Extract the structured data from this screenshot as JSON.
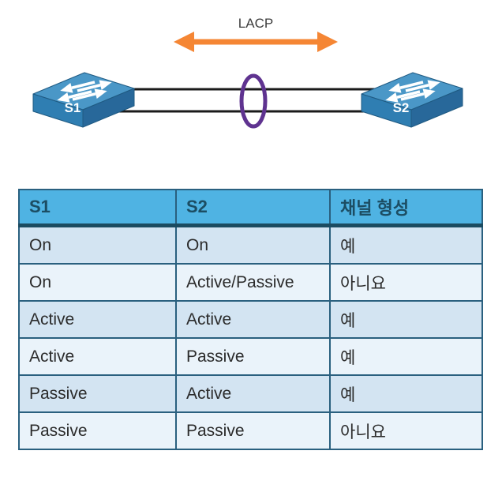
{
  "diagram": {
    "protocol_label": "LACP",
    "switch1_label": "S1",
    "switch2_label": "S2",
    "link_count": 2,
    "colors": {
      "arrow_orange": "#F58634",
      "bundle_ellipse_purple": "#5F3390",
      "link_black": "#1A1A1A",
      "switch_top": "#4A97C7",
      "switch_front_left": "#2F7EB2",
      "switch_front_right": "#28689A",
      "switch_label_text": "#FFFFFF",
      "protocol_text": "#3D3D3D"
    }
  },
  "table": {
    "headers": [
      "S1",
      "S2",
      "채널 형성"
    ],
    "rows": [
      [
        "On",
        "On",
        "예"
      ],
      [
        "On",
        "Active/Passive",
        "아니요"
      ],
      [
        "Active",
        "Active",
        "예"
      ],
      [
        "Active",
        "Passive",
        "예"
      ],
      [
        "Passive",
        "Active",
        "예"
      ],
      [
        "Passive",
        "Passive",
        "아니요"
      ]
    ],
    "colors": {
      "header_bg": "#4FB3E3",
      "header_text": "#1C4D63",
      "header_rule": "#1B4B61",
      "cell_border": "#2A607F",
      "row_odd_bg": "#D3E4F2",
      "row_even_bg": "#EAF3FA",
      "cell_text": "#2B2B2B"
    }
  }
}
